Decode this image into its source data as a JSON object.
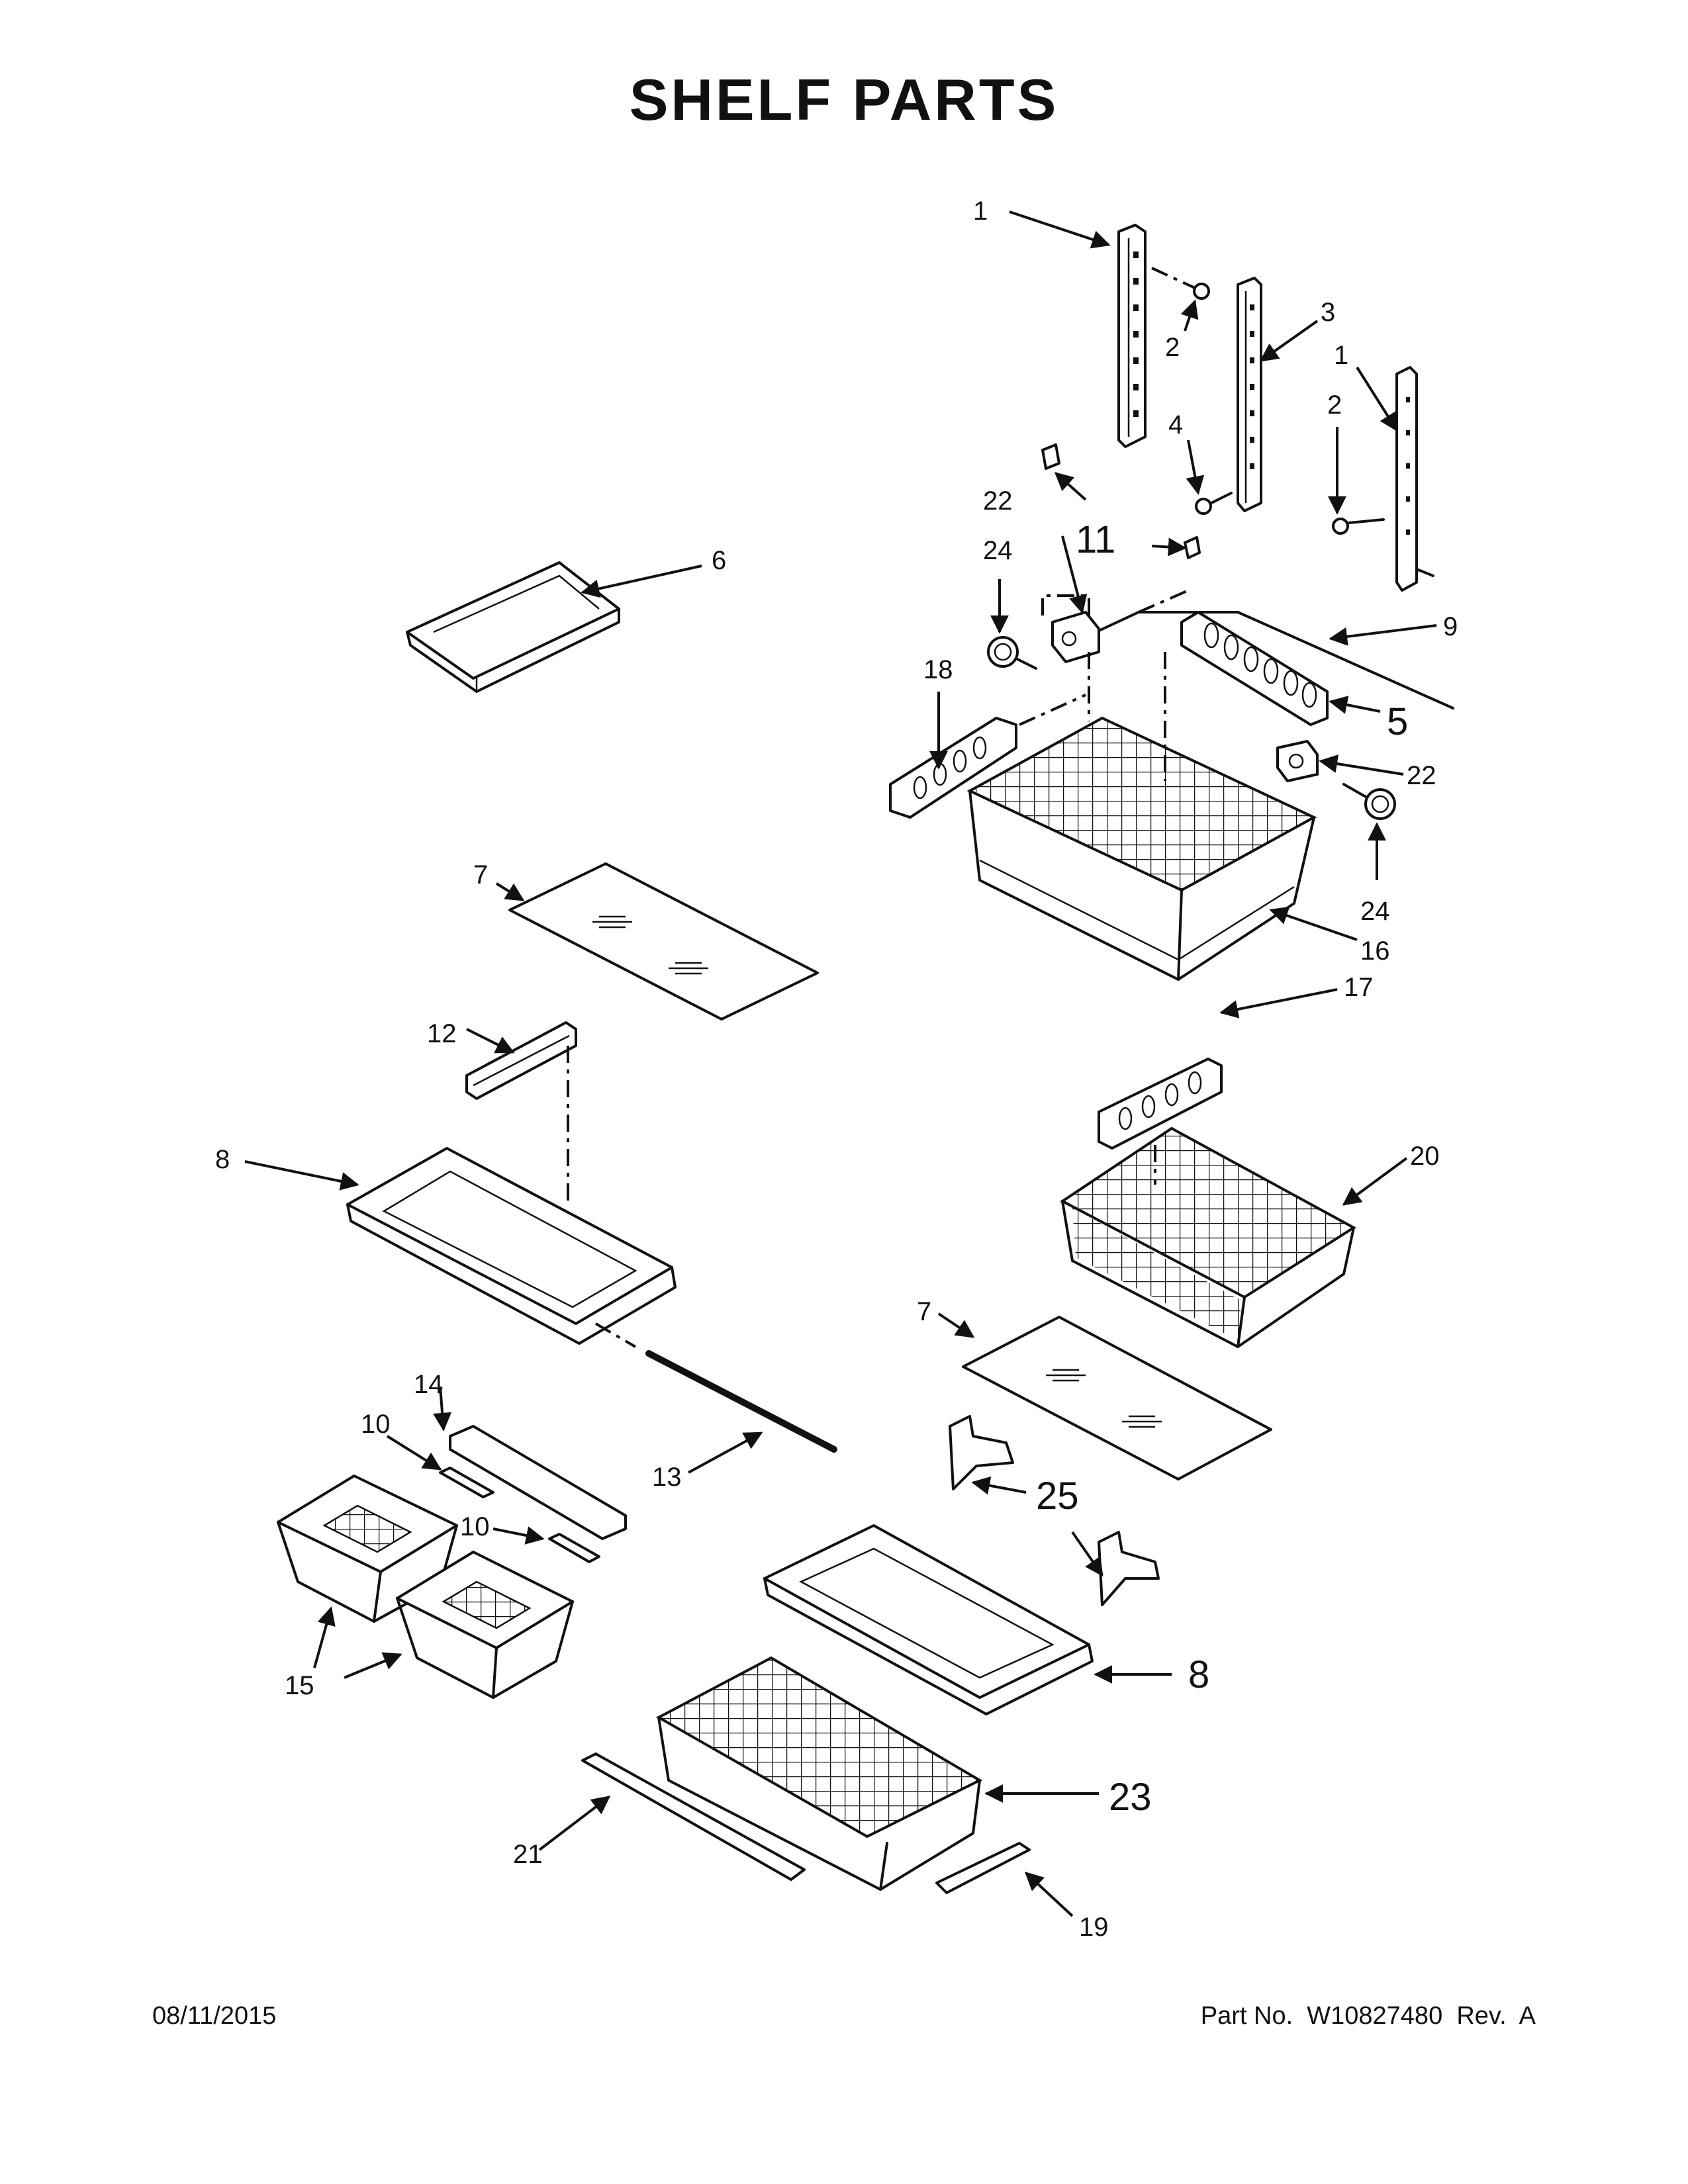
{
  "title": "SHELF PARTS",
  "footer": {
    "date": "08/11/2015",
    "part_number": "Part No.  W10827480  Rev.  A"
  },
  "callouts": {
    "c1a": "1",
    "c1b": "1",
    "c2a": "2",
    "c2b": "2",
    "c3": "3",
    "c4": "4",
    "c5": "5",
    "c6": "6",
    "c7a": "7",
    "c7b": "7",
    "c8a": "8",
    "c8b": "8",
    "c9": "9",
    "c10a": "10",
    "c10b": "10",
    "c11": "11",
    "c12": "12",
    "c13": "13",
    "c14": "14",
    "c15": "15",
    "c16": "16",
    "c17": "17",
    "c18": "18",
    "c19": "19",
    "c20": "20",
    "c21": "21",
    "c22a": "22",
    "c22b": "22",
    "c23": "23",
    "c24a": "24",
    "c24b": "24",
    "c25": "25"
  }
}
